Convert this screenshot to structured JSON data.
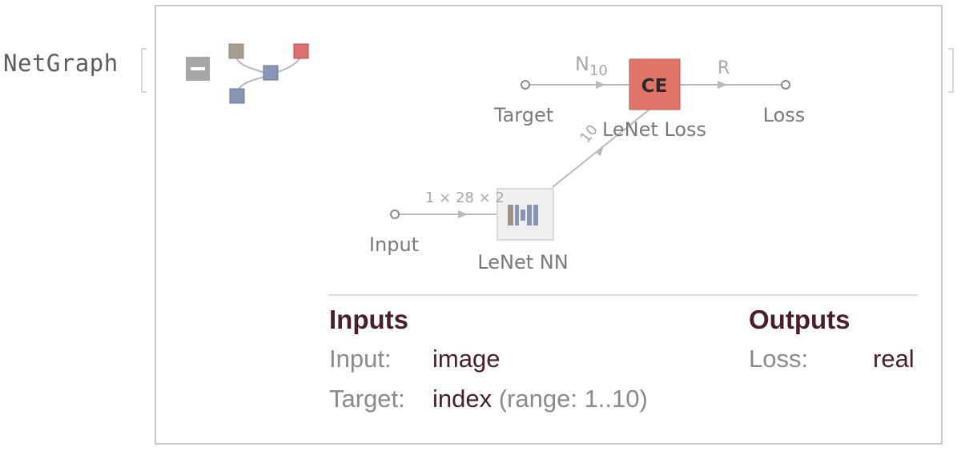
{
  "head": {
    "symbol": "NetGraph"
  },
  "graph": {
    "nodes": {
      "ce_text": "CE"
    },
    "labels": {
      "target": "Target",
      "loss": "Loss",
      "input": "Input",
      "lenet_loss": "LeNet Loss",
      "lenet_nn": "LeNet NN"
    },
    "edge_labels": {
      "n_base": "N",
      "n_sub": "10",
      "r": "R",
      "dims": "1 × 28 × 2",
      "ten": "10"
    }
  },
  "ports": {
    "inputs_title": "Inputs",
    "outputs_title": "Outputs",
    "inputs": [
      {
        "name": "Input:",
        "type": "image",
        "extra": ""
      },
      {
        "name": "Target:",
        "type": "index",
        "extra": "(range: 1..10)"
      }
    ],
    "outputs": [
      {
        "name": "Loss:",
        "type": "real"
      }
    ]
  }
}
